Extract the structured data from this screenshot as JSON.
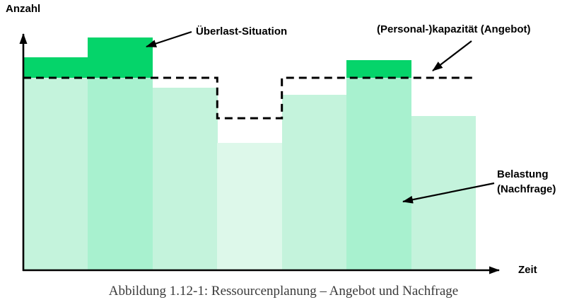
{
  "title": "Abbildung 1.12-1: Ressourcenplanung – Angebot und Nachfrage",
  "axes": {
    "y_label": "Anzahl",
    "x_label": "Zeit"
  },
  "annotations": {
    "overload": "Überlast-Situation",
    "capacity": "(Personal-)kapazität (Angebot)",
    "demand_line1": "Belastung",
    "demand_line2": "(Nachfrage)"
  },
  "colors": {
    "overload": "#05D46A",
    "bar_tints": [
      "#C4F3DC",
      "#A8F1CF",
      "#C4F3DC",
      "#DDF8EA",
      "#C4F3DC",
      "#A8F1CF",
      "#C4F3DC"
    ],
    "axis": "#000000",
    "dashed_capacity_line": "#000000",
    "label_text": "#000000",
    "caption_text": "#3A3A3A"
  },
  "chart_data": {
    "type": "bar",
    "title": "Abbildung 1.12-1: Ressourcenplanung – Angebot und Nachfrage",
    "xlabel": "Zeit",
    "ylabel": "Anzahl",
    "units": "relative (Kapazität = 100), von Balkenhöhen abgelesen",
    "ylim": [
      0,
      125
    ],
    "grid": false,
    "legend": false,
    "series": [
      {
        "name": "Belastung (Nachfrage)",
        "type": "bar",
        "values": [
          110.7,
          121.0,
          94.9,
          66.2,
          91.2,
          109.2,
          80.3
        ]
      },
      {
        "name": "(Personal-)kapazität (Angebot)",
        "type": "step_line_dashed",
        "values": [
          100,
          100,
          100,
          79,
          100,
          100,
          100
        ]
      },
      {
        "name": "Überlast-Situation",
        "type": "bar_overlay_above_capacity",
        "values": [
          10.7,
          21.0,
          0,
          0,
          0,
          9.2,
          0
        ]
      }
    ]
  }
}
